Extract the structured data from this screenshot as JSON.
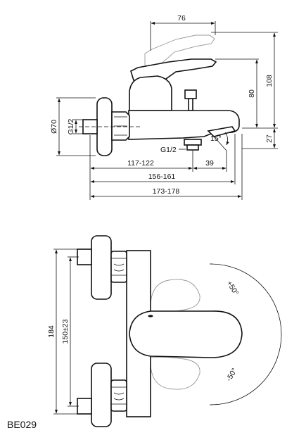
{
  "product_code": "BE029",
  "side_view": {
    "dims": {
      "lever_reach": "76",
      "outlet_height": "80",
      "total_height": "108",
      "spout_drop": "27",
      "diameter": "Ø70",
      "inlet_thread": "G1/2",
      "outlet_thread": "G1/2",
      "spout_angle": "15°",
      "connection_depth": "117-122",
      "spout_offset": "39",
      "spout_projection": "156-161",
      "overall_length": "173-178"
    }
  },
  "front_view": {
    "dims": {
      "overall_height": "184",
      "centre_distance": "150±23",
      "swing_up": "+50°",
      "swing_down": "-50°"
    }
  },
  "colors": {
    "line": "#111111",
    "ghost": "#999999"
  }
}
